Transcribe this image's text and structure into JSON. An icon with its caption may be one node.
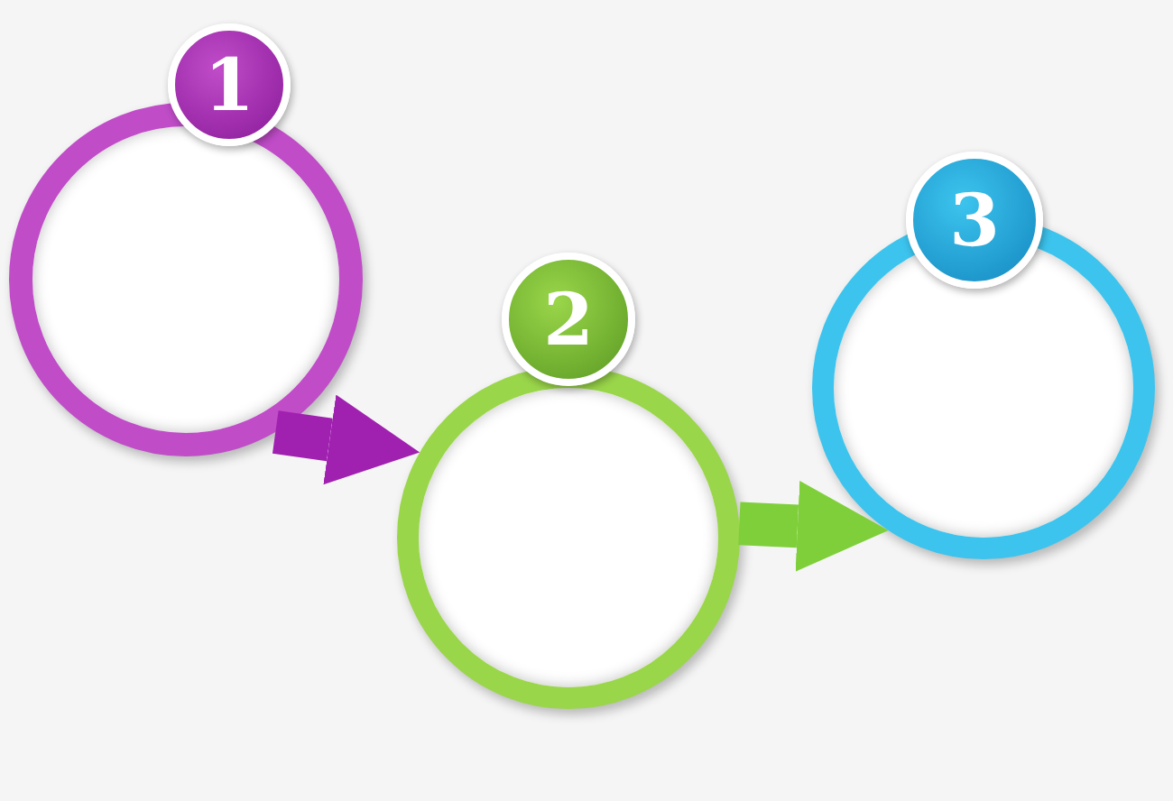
{
  "diagram": {
    "nodes": [
      {
        "text": [
          "1"
        ]
      },
      {
        "text": [
          "2"
        ]
      },
      {
        "text": [
          "3"
        ]
      }
    ],
    "edges": [
      {
        "from": 0,
        "to": 1,
        "arrow": "to",
        "color": "#a020b0"
      },
      {
        "from": 1,
        "to": 2,
        "arrow": "to",
        "color": "#7fcf3a"
      }
    ]
  }
}
